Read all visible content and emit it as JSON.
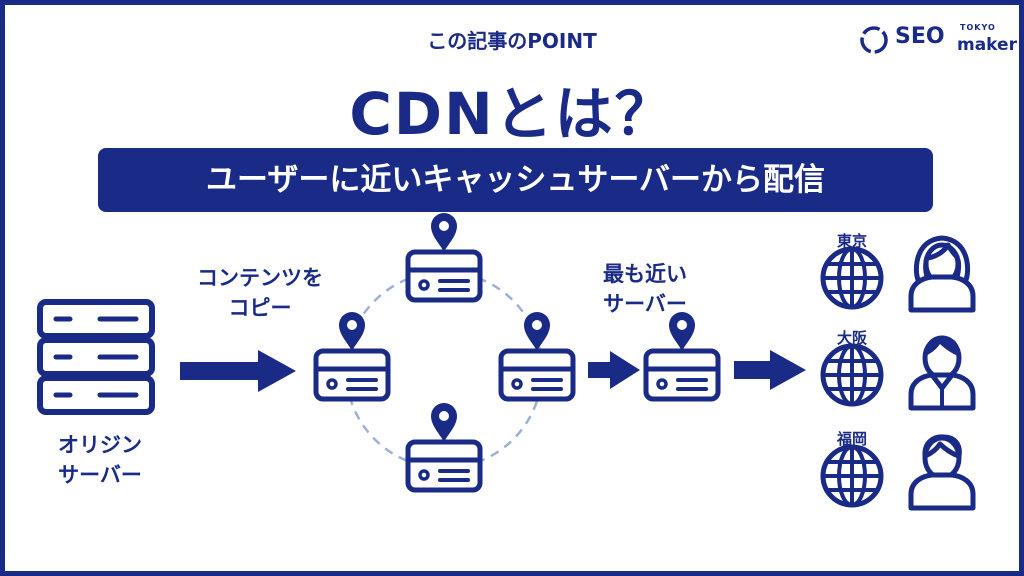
{
  "header": {
    "kicker": "この記事のPOINT",
    "title": "CDNとは？",
    "banner": "ユーザーに近いキャッシュサーバーから配信"
  },
  "logo": {
    "main": "SEO",
    "sub_top": "TOKYO",
    "sub_bottom": "maker"
  },
  "labels": {
    "origin_line1": "オリジン",
    "origin_line2": "サーバー",
    "copy_line1": "コンテンツを",
    "copy_line2": "コピー",
    "nearest_line1": "最も近い",
    "nearest_line2": "サーバー"
  },
  "cities": [
    "東京",
    "大阪",
    "福岡"
  ],
  "colors": {
    "accent": "#1a2a87",
    "dashed_circle": "#9fb0d8",
    "background": "#ffffff"
  },
  "icons": [
    "server-rack-icon",
    "arrow-right-icon",
    "location-pin-icon",
    "cache-server-icon",
    "globe-icon",
    "user-female-icon",
    "user-male-icon",
    "user-icon",
    "seo-maker-logo-icon"
  ]
}
